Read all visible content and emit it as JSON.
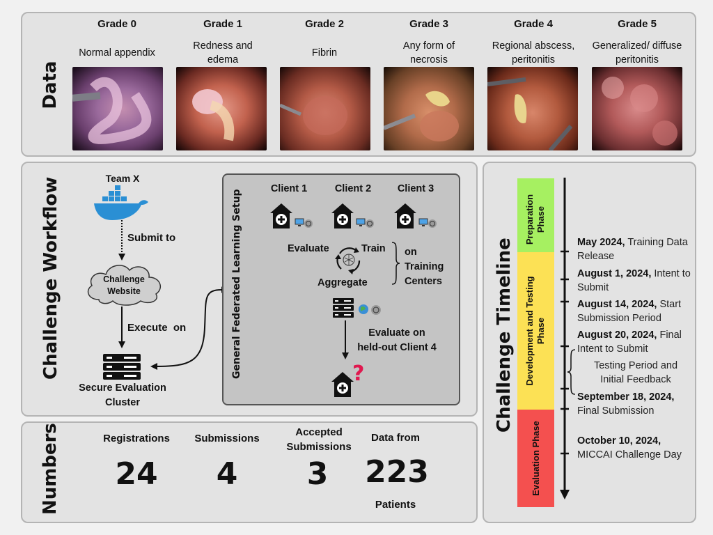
{
  "data_section": {
    "title": "Data",
    "grades": [
      {
        "title": "Grade 0",
        "desc": "Normal appendix"
      },
      {
        "title": "Grade 1",
        "desc": "Redness and edema"
      },
      {
        "title": "Grade 2",
        "desc": "Fibrin"
      },
      {
        "title": "Grade 3",
        "desc": "Any form of necrosis"
      },
      {
        "title": "Grade 4",
        "desc": "Regional abscess, peritonitis"
      },
      {
        "title": "Grade 5",
        "desc": "Generalized/ diffuse peritonitis"
      }
    ]
  },
  "workflow": {
    "title": "Challenge Workflow",
    "team": "Team X",
    "submit_to": "Submit to",
    "website_line1": "Challenge",
    "website_line2": "Website",
    "execute_on": "Execute  on",
    "cluster_line1": "Secure Evaluation",
    "cluster_line2": "Cluster",
    "fl_title": "General Federated Learning Setup",
    "clients": [
      "Client 1",
      "Client 2",
      "Client 3"
    ],
    "evaluate": "Evaluate",
    "train": "Train",
    "aggregate": "Aggregate",
    "on_training_1": "on",
    "on_training_2": "Training",
    "on_training_3": "Centers",
    "heldout_1": "Evaluate on",
    "heldout_2": "held-out Client 4"
  },
  "numbers": {
    "title": "Numbers",
    "items": [
      {
        "label": "Registrations",
        "value": "24"
      },
      {
        "label": "Submissions",
        "value": "4"
      },
      {
        "label_1": "Accepted",
        "label_2": "Submissions",
        "value": "3"
      },
      {
        "label": "Data from",
        "value": "223",
        "sub": "Patients"
      }
    ]
  },
  "timeline": {
    "title": "Challenge Timeline",
    "phases": [
      {
        "name_1": "Preparation",
        "name_2": "Phase",
        "color": "#a6f061"
      },
      {
        "name_1": "Development and Testing",
        "name_2": "Phase",
        "color": "#fce155"
      },
      {
        "name_1": "Evaluation Phase",
        "name_2": "",
        "color": "#f4504f"
      }
    ],
    "events": [
      {
        "date": "May 2024,",
        "text": "Training Data Release"
      },
      {
        "date": "August 1, 2024,",
        "text": "Intent to Submit"
      },
      {
        "date": "August 14, 2024,",
        "text": "Start Submission Period"
      },
      {
        "date": "August 20, 2024,",
        "text": "Final Intent to Submit"
      },
      {
        "date": "",
        "text": "Testing Period and Initial Feedback"
      },
      {
        "date": "September 18, 2024,",
        "text": "Final Submission"
      },
      {
        "date": "October 10, 2024,",
        "text": "MICCAI Challenge Day"
      }
    ]
  },
  "colors": {
    "panel": "#e3e3e3",
    "fl_box": "#c4c4c4",
    "question": "#e0184f",
    "docker": "#2a8fd4"
  }
}
